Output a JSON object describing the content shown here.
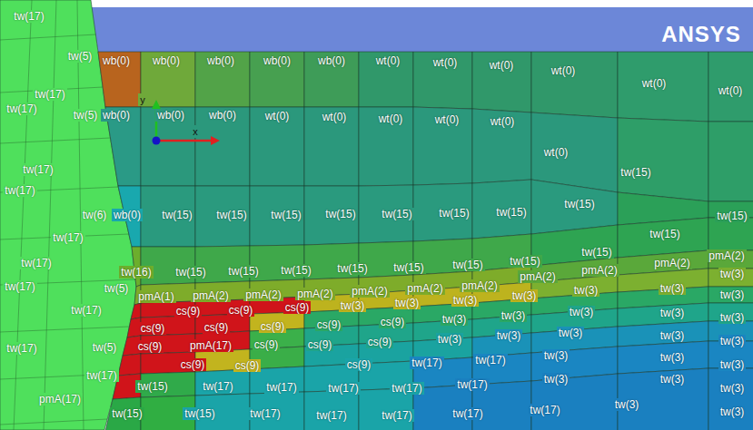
{
  "diagram": {
    "labels": [
      "ANSYS",
      "tw(17)",
      "tw(5)",
      "wb(0)",
      "wb(0)",
      "wb(0)",
      "wb(0)",
      "wb(0)",
      "wt(0)",
      "wt(0)",
      "wt(0)",
      "wt(0)",
      "wt(0)",
      "wt(0)",
      "tw(17)",
      "tw(17)",
      "tw(5)",
      "wb(0)",
      "wb(0)",
      "wb(0)",
      "wt(0)",
      "wt(0)",
      "wt(0)",
      "wt(0)",
      "wt(0)",
      "wt(0)",
      "y",
      "x",
      "tw(15)",
      "tw(17)",
      "tw(17)",
      "tw(6)",
      "wb(0)",
      "tw(15)",
      "tw(15)",
      "tw(15)",
      "tw(15)",
      "tw(15)",
      "tw(15)",
      "tw(15)",
      "tw(15)",
      "tw(15)",
      "tw(15)",
      "tw(17)",
      "tw(17)",
      "tw(16)",
      "tw(15)",
      "tw(15)",
      "tw(15)",
      "tw(15)",
      "tw(15)",
      "tw(15)",
      "tw(15)",
      "tw(15)",
      "pmA(2)",
      "pmA(2)",
      "tw(17)",
      "tw(5)",
      "pmA(1)",
      "pmA(2)",
      "pmA(2)",
      "pmA(2)",
      "pmA(2)",
      "pmA(2)",
      "pmA(2)",
      "pmA(2)",
      "pmA(2)",
      "tw(3)",
      "tw(3)",
      "tw(17)",
      "cs(9)",
      "cs(9)",
      "cs(9)",
      "tw(3)",
      "tw(3)",
      "tw(3)",
      "tw(3)",
      "tw(3)",
      "tw(3)",
      "tw(3)",
      "cs(9)",
      "cs(9)",
      "cs(9)",
      "cs(9)",
      "cs(9)",
      "tw(3)",
      "tw(3)",
      "tw(3)",
      "tw(3)",
      "tw(3)",
      "tw(5)",
      "tw(17)",
      "cs(9)",
      "pmA(17)",
      "cs(9)",
      "cs(9)",
      "cs(9)",
      "tw(3)",
      "tw(3)",
      "tw(3)",
      "tw(3)",
      "tw(3)",
      "tw(17)",
      "cs(9)",
      "cs(9)",
      "cs(9)",
      "tw(17)",
      "tw(17)",
      "tw(3)",
      "tw(3)",
      "tw(3)",
      "tw(15)",
      "tw(17)",
      "tw(17)",
      "tw(17)",
      "tw(17)",
      "tw(17)",
      "tw(3)",
      "tw(3)",
      "pmA(17)",
      "tw(15)",
      "tw(15)",
      "tw(17)",
      "tw(17)",
      "tw(17)",
      "tw(17)",
      "tw(17)",
      "tw(3)",
      "tw(3)"
    ]
  }
}
